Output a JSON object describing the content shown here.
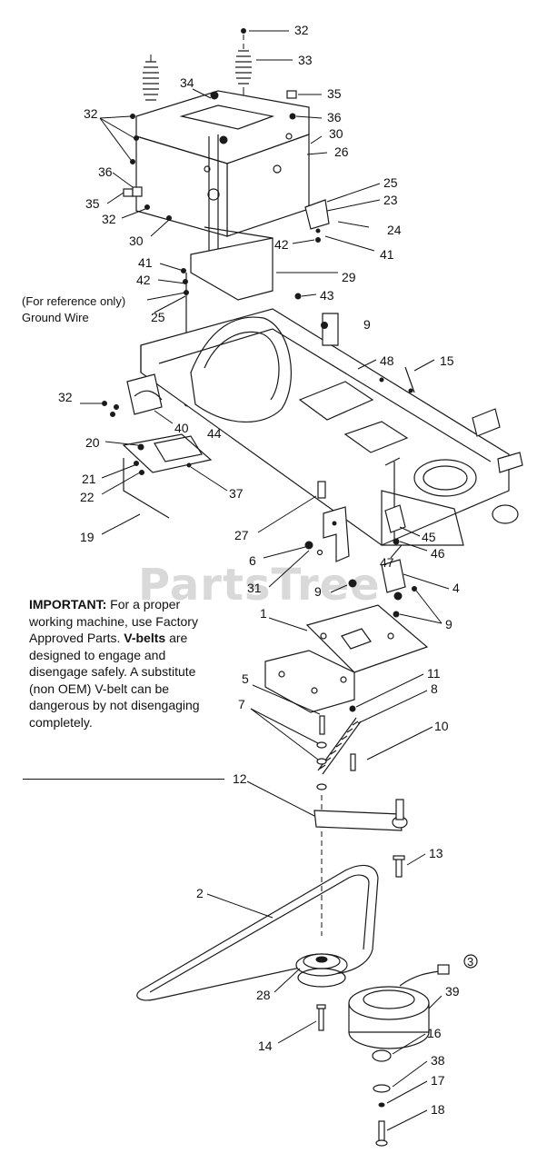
{
  "watermark": "PartsTree",
  "reference_note": {
    "line1": "(For reference only)",
    "line2": "Ground Wire",
    "num": "25"
  },
  "important_note": {
    "lead": "IMPORTANT:",
    "seg1": " For a proper working machine, use Factory Approved Parts. ",
    "bold2": "V-belts",
    "seg2": " are designed to engage and disengage safely. A substitute (non OEM) V-belt can be dangerous by not disengaging completely."
  },
  "callouts": {
    "c32_top": "32",
    "c33": "33",
    "c34": "34",
    "c35_r": "35",
    "c36_r": "36",
    "c30_r": "30",
    "c26": "26",
    "c32_l": "32",
    "c36_l": "36",
    "c35_l": "35",
    "c32_l2": "32",
    "c30_l": "30",
    "c25_r": "25",
    "c23": "23",
    "c24": "24",
    "c42_r": "42",
    "c41_r": "41",
    "c41_l": "41",
    "c42_l": "42",
    "c29": "29",
    "c43": "43",
    "c9_a": "9",
    "c48": "48",
    "c15": "15",
    "c32_b": "32",
    "c40": "40",
    "c44": "44",
    "c20": "20",
    "c21": "21",
    "c22": "22",
    "c37": "37",
    "c19": "19",
    "c27": "27",
    "c6": "6",
    "c45": "45",
    "c46": "46",
    "c47": "47",
    "c31": "31",
    "c9_b": "9",
    "c4": "4",
    "c9_c": "9",
    "c1": "1",
    "c11": "11",
    "c5": "5",
    "c8": "8",
    "c7": "7",
    "c10": "10",
    "c12": "12",
    "c13": "13",
    "c2": "2",
    "c3": "3",
    "c28": "28",
    "c39": "39",
    "c16": "16",
    "c14": "14",
    "c38": "38",
    "c17": "17",
    "c18": "18"
  }
}
